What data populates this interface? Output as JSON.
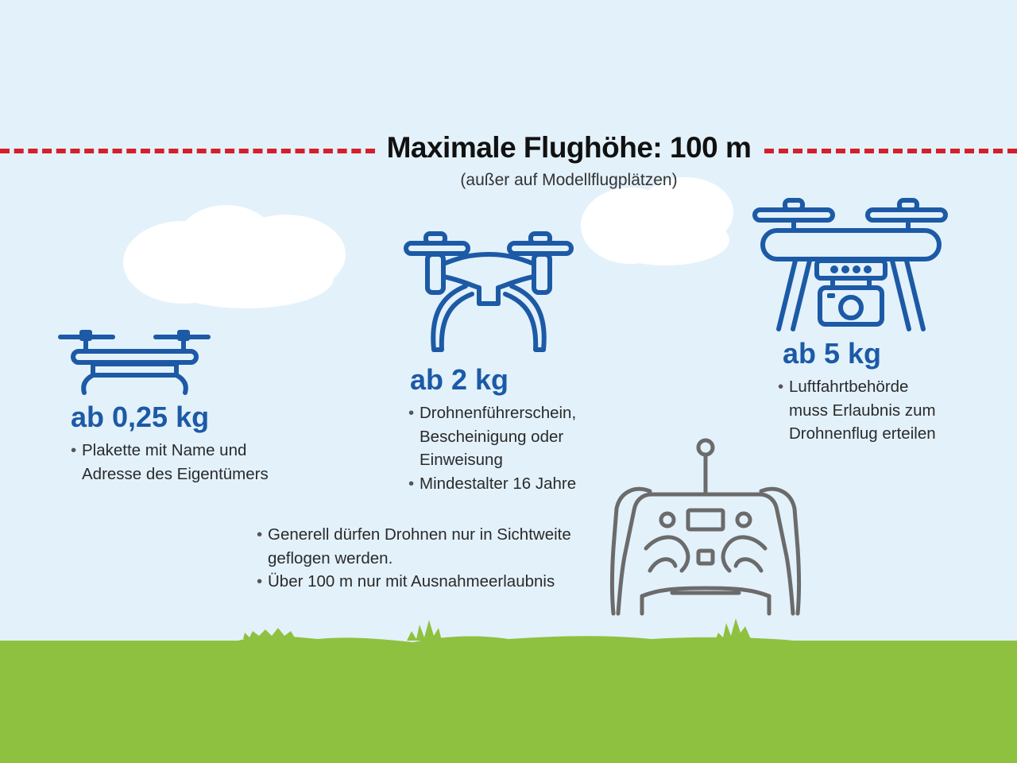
{
  "header": {
    "title": "Maximale Flughöhe: 100 m",
    "subtitle": "(außer auf Modellflugplätzen)"
  },
  "categories": [
    {
      "weight": "ab 0,25 kg",
      "bullets": [
        [
          "Plakette mit Name und",
          "Adresse des Eigentümers"
        ]
      ]
    },
    {
      "weight": "ab 2 kg",
      "bullets": [
        [
          "Drohnenführerschein,",
          "Bescheinigung oder",
          "Einweisung"
        ],
        [
          "Mindestalter 16 Jahre"
        ]
      ]
    },
    {
      "weight": "ab 5 kg",
      "bullets": [
        [
          "Luftfahrtbehörde",
          "muss Erlaubnis zum",
          "Drohnenflug erteilen"
        ]
      ]
    }
  ],
  "general": {
    "bullets": [
      [
        "Generell dürfen Drohnen nur in Sichtweite",
        "geflogen werden."
      ],
      [
        "Über 100 m nur mit Ausnahmeerlaubnis"
      ]
    ]
  },
  "colors": {
    "sky": "#e3f1fb",
    "ground": "#8ec13f",
    "drone": "#1c5aa6",
    "height_line": "#d4202a",
    "controller": "#6b6b6b"
  },
  "icons": [
    "small-drone-icon",
    "medium-drone-icon",
    "camera-drone-icon",
    "remote-controller-icon",
    "cloud-icon"
  ]
}
